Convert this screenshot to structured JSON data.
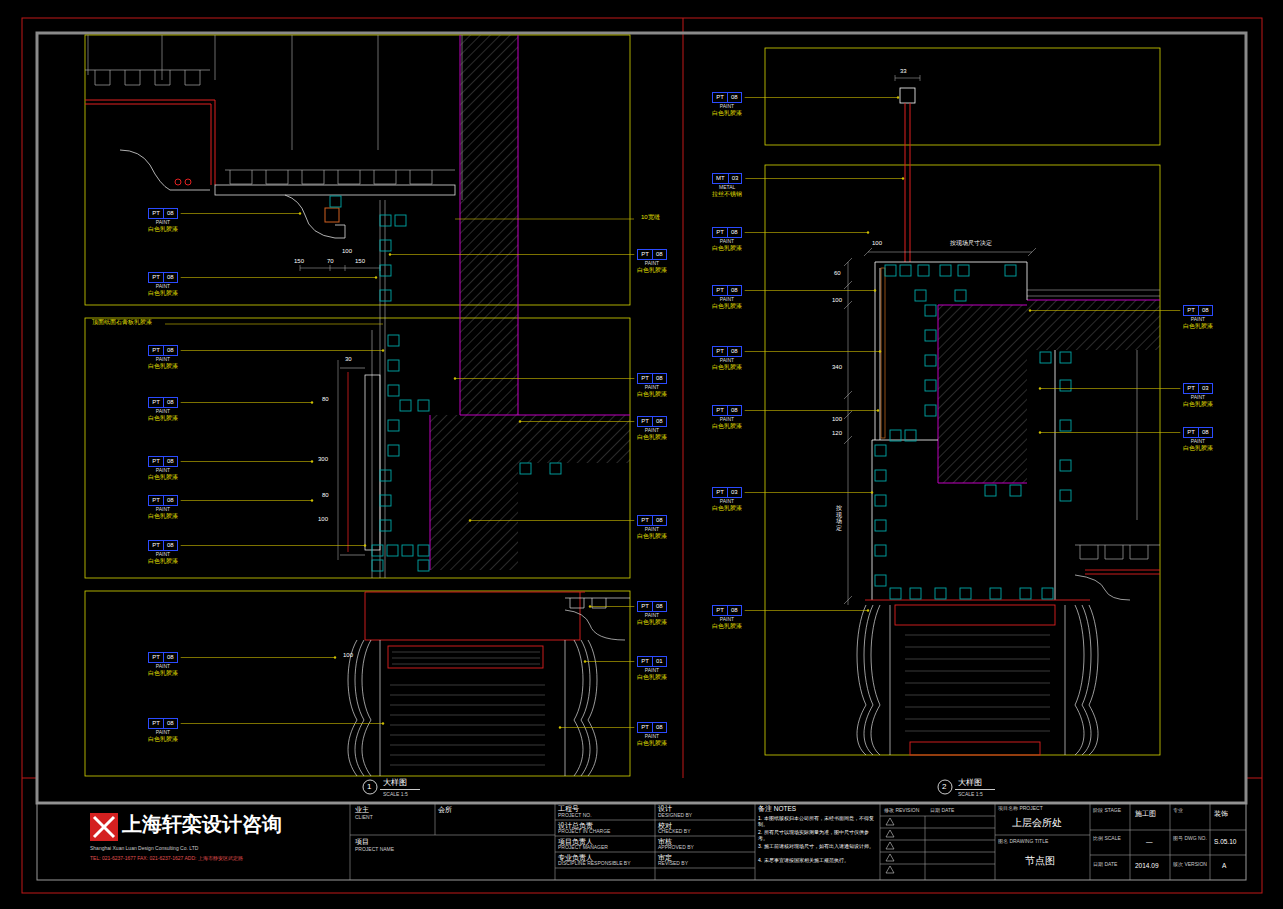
{
  "diagram": {
    "nodes": [
      {
        "text": [
          "PT",
          "08",
          "PAINT",
          "白色乳胶漆"
        ]
      },
      {
        "text": [
          "PT",
          "08",
          "PAINT",
          "白色乳胶漆"
        ]
      },
      {
        "text": [
          "PT",
          "08",
          "PAINT",
          "白色乳胶漆"
        ]
      },
      {
        "text": [
          "PT",
          "08",
          "PAINT",
          "白色乳胶漆"
        ]
      },
      {
        "text": [
          "PT",
          "08",
          "PAINT",
          "白色乳胶漆"
        ]
      },
      {
        "text": [
          "PT",
          "08",
          "PAINT",
          "白色乳胶漆"
        ]
      },
      {
        "text": [
          "PT",
          "08",
          "PAINT",
          "白色乳胶漆"
        ]
      },
      {
        "text": [
          "PT",
          "08",
          "PAINT",
          "白色乳胶漆"
        ]
      },
      {
        "text": [
          "PT",
          "08",
          "PAINT",
          "白色乳胶漆"
        ]
      },
      {
        "text": [
          "PT",
          "08",
          "PAINT",
          "白色乳胶漆"
        ]
      },
      {
        "text": [
          "PT",
          "08",
          "PAINT",
          "白色乳胶漆"
        ]
      },
      {
        "text": [
          "PT",
          "08",
          "PAINT",
          "白色乳胶漆"
        ]
      },
      {
        "text": [
          "PT",
          "08",
          "PAINT",
          "白色乳胶漆"
        ]
      },
      {
        "text": [
          "PT",
          "08",
          "PAINT",
          "白色乳胶漆"
        ]
      },
      {
        "text": [
          "PT",
          "01",
          "PAINT",
          "白色乳胶漆"
        ]
      },
      {
        "text": [
          "PT",
          "08",
          "PAINT",
          "白色乳胶漆"
        ]
      },
      {
        "text": [
          "PT",
          "08",
          "PAINT",
          "白色乳胶漆"
        ]
      },
      {
        "text": [
          "MT",
          "03",
          "METAL",
          "拉丝不锈钢"
        ]
      },
      {
        "text": [
          "PT",
          "08",
          "PAINT",
          "白色乳胶漆"
        ]
      },
      {
        "text": [
          "PT",
          "08",
          "PAINT",
          "白色乳胶漆"
        ]
      },
      {
        "text": [
          "PT",
          "08",
          "PAINT",
          "白色乳胶漆"
        ]
      },
      {
        "text": [
          "PT",
          "08",
          "PAINT",
          "白色乳胶漆"
        ]
      },
      {
        "text": [
          "PT",
          "03",
          "PAINT",
          "白色乳胶漆"
        ]
      },
      {
        "text": [
          "PT",
          "08",
          "PAINT",
          "白色乳胶漆"
        ]
      },
      {
        "text": [
          "PT",
          "08",
          "PAINT",
          "白色乳胶漆"
        ]
      },
      {
        "text": [
          "PT",
          "03",
          "PAINT",
          "白色乳胶漆"
        ]
      },
      {
        "text": [
          "PT",
          "08",
          "PAINT",
          "白色乳胶漆"
        ]
      }
    ],
    "labels": [
      "10宽缝",
      "顶面纸面石膏板乳胶漆",
      "150",
      "70",
      "150",
      "100",
      "30",
      "80",
      "300",
      "80",
      "100",
      "100",
      "33",
      "100",
      "按现场尺寸决定",
      "60",
      "100",
      "340",
      "100",
      "120",
      "按现场定",
      "1",
      "大样图",
      "SCALE 1:5",
      "2",
      "大样图",
      "SCALE 1:5",
      "上海轩栾设计咨询",
      "Shanghai Xuan Luan Design Consulting Co. LTD",
      "TEL: 021-6237-1677  FAX: 021-6237-1627  ADD: 上海市静安区武定路",
      "业主",
      "CLIENT",
      "项目",
      "PROJECT NAME",
      "会所",
      "工程号",
      "PROJECT NO.",
      "设计总负责",
      "PROJECT IN CHARGE",
      "项目负责人",
      "PROJECT MANAGER",
      "专业负责人",
      "DISCIPLINE RESPONSIBLE BY",
      "设计",
      "DESIGNED BY",
      "校对",
      "CHECKED BY",
      "审核",
      "APPROVED BY",
      "审定",
      "REVISED BY",
      "备注 NOTES",
      "1. 本图纸版权归本公司所有，未经书面同意，不得复制。",
      "2. 所有尺寸以现场实际测量为准，图中尺寸仅供参考。",
      "3. 施工前请核对现场尺寸，如有出入请通知设计师。",
      "4. 未尽事宜请按国家相关施工规范执行。",
      "修改 REVISION",
      "日期 DATE",
      "项目名称 PROJECT",
      "上层会所处",
      "图名 DRAWING TITLE",
      "节点图",
      "阶段 STAGE",
      "施工图",
      "专业",
      "装饰",
      "比例 SCALE",
      "—",
      "图号 DWG NO.",
      "S.05.10",
      "日期 DATE",
      "2014.09",
      "版次 VERSION",
      "A"
    ]
  }
}
